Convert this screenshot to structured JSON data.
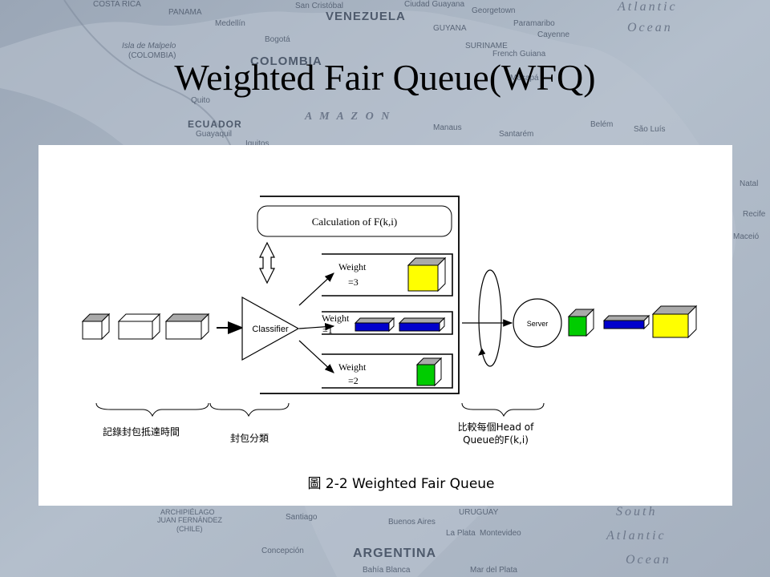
{
  "slide": {
    "title": "Weighted Fair Queue(WFQ)"
  },
  "background_map": {
    "labels": [
      "COSTA RICA",
      "PANAMA",
      "Medellín",
      "Bogotá",
      "COLOMBIA",
      "Isla de Malpelo",
      "(COLOMBIA)",
      "Quito",
      "ECUADOR",
      "Guayaquil",
      "San Cristóbal",
      "VENEZUELA",
      "Ciudad Guayana",
      "Georgetown",
      "GUYANA",
      "Paramaribo",
      "SURINAME",
      "Cayenne",
      "French Guiana",
      "Macapá",
      "Belém",
      "São Luís",
      "Manaus",
      "Santarém",
      "A M A Z O N",
      "Iquitos",
      "Atlantic",
      "Ocean",
      "Natal",
      "Recife",
      "Maceió",
      "ARCHIPIÉLAGO",
      "JUAN FERNÁNDEZ",
      "(CHILE)",
      "Santiago",
      "Concepción",
      "Buenos Aires",
      "La Plata",
      "Montevideo",
      "ARGENTINA",
      "Bahía Blanca",
      "Mar del Plata",
      "South",
      "Atlantic",
      "Ocean",
      "URUGUAY"
    ]
  },
  "diagram": {
    "calc_box_label": "Calculation of F(k,i)",
    "classifier_label": "Classifier",
    "server_label": "Server",
    "queues": [
      {
        "line1": "Weight",
        "line2": "=3"
      },
      {
        "line1": "Weight",
        "line2": "=1"
      },
      {
        "line1": "Weight",
        "line2": "=2"
      }
    ],
    "brace_labels": {
      "record": "記錄封包抵達時間",
      "classify": "封包分類",
      "compare_line1": "比較每個Head of",
      "compare_line2": "Queue的F(k,i)"
    },
    "caption": "圖 2-2 Weighted Fair Queue",
    "colors": {
      "yellow": "#ffff00",
      "blue": "#0000cc",
      "green": "#00cc00",
      "gray": "#aaaaaa"
    }
  }
}
